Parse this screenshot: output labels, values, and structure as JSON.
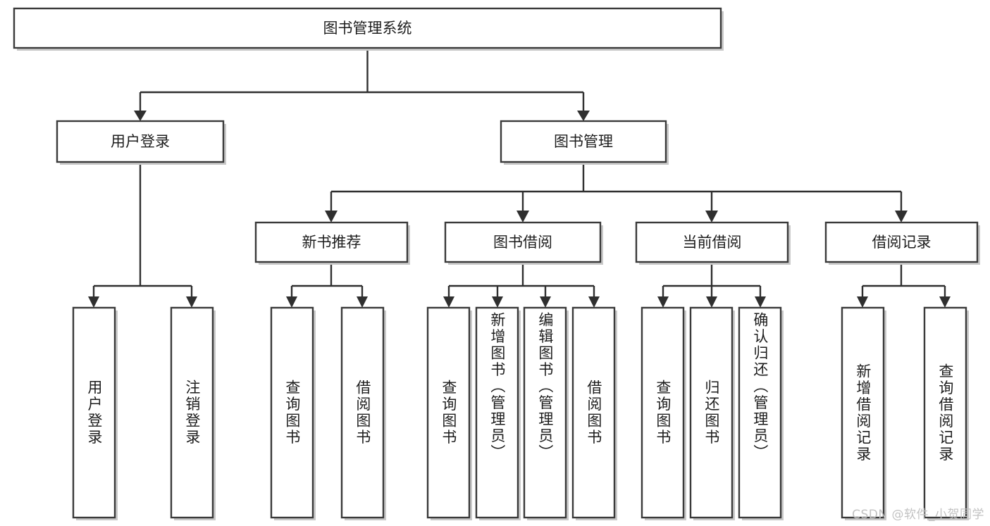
{
  "diagram": {
    "type": "tree",
    "title": "图书管理系统",
    "watermark": "CSDN @软件_小贺同学",
    "colors": {
      "background": "#ffffff",
      "box_fill": "#ffffff",
      "box_stroke": "#3a3a3a",
      "connector": "#2f2f2f",
      "text": "#1d1d1d",
      "shadow": "#c9c9c9",
      "watermark": "#c2c2c2"
    },
    "root": {
      "label": "图书管理系统"
    },
    "level1": [
      {
        "label": "用户登录"
      },
      {
        "label": "图书管理"
      }
    ],
    "level2": [
      {
        "label": "新书推荐"
      },
      {
        "label": "图书借阅"
      },
      {
        "label": "当前借阅"
      },
      {
        "label": "借阅记录"
      }
    ],
    "leaves": {
      "user_login": [
        {
          "label": "用户登录"
        },
        {
          "label": "注销登录"
        }
      ],
      "new_book_recommend": [
        {
          "label": "查询图书"
        },
        {
          "label": "借阅图书"
        }
      ],
      "book_borrow": [
        {
          "label": "查询图书"
        },
        {
          "label": "新增图书（管理员）"
        },
        {
          "label": "编辑图书（管理员）"
        },
        {
          "label": "借阅图书"
        }
      ],
      "current_borrow": [
        {
          "label": "查询图书"
        },
        {
          "label": "归还图书"
        },
        {
          "label": "确认归还（管理员）"
        }
      ],
      "borrow_record": [
        {
          "label": "新增借阅记录"
        },
        {
          "label": "查询借阅记录"
        }
      ]
    }
  }
}
